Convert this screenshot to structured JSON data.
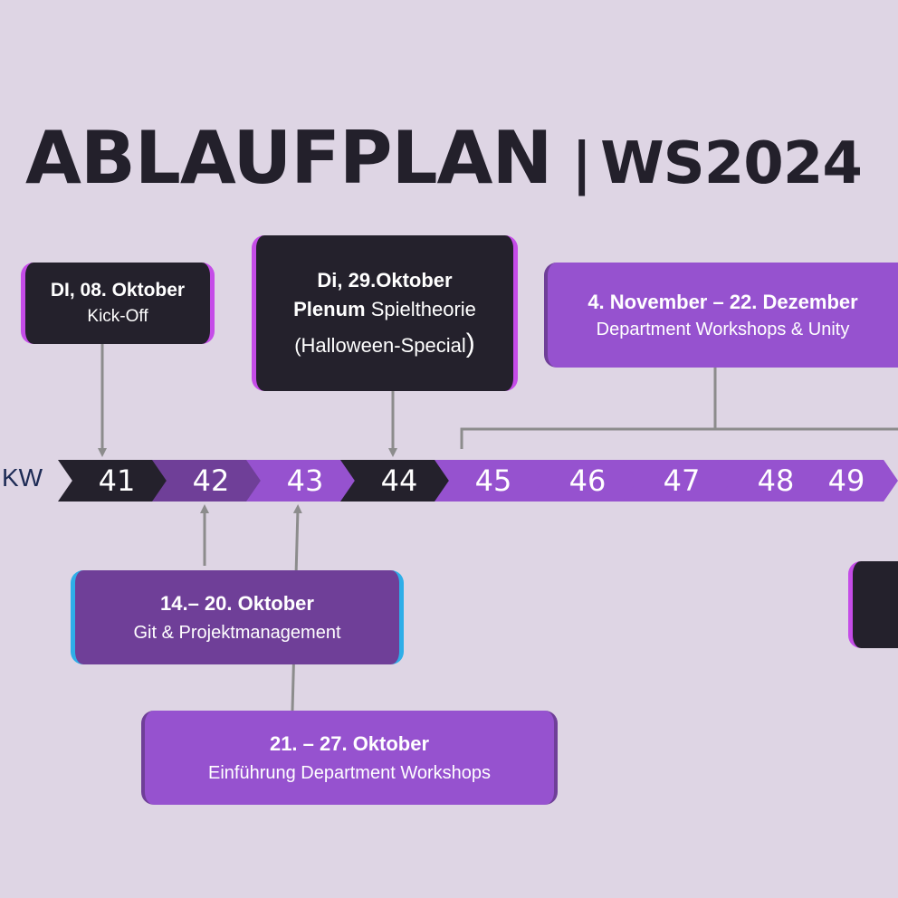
{
  "title": {
    "main": "ABLAUFPLAN",
    "separator": "|",
    "sub": "WS2024"
  },
  "timeline": {
    "label": "KW",
    "weeks": [
      {
        "num": "41",
        "color": "#24212c"
      },
      {
        "num": "42",
        "color": "#6f3f98"
      },
      {
        "num": "43",
        "color": "#9652cf"
      },
      {
        "num": "44",
        "color": "#24212c"
      },
      {
        "num": "45",
        "color": "#9652cf"
      },
      {
        "num": "46",
        "color": "#9652cf"
      },
      {
        "num": "47",
        "color": "#9652cf"
      },
      {
        "num": "48",
        "color": "#9652cf"
      },
      {
        "num": "49",
        "color": "#9652cf"
      }
    ]
  },
  "events": {
    "kickoff": {
      "date": "DI, 08. Oktober",
      "desc": "Kick-Off"
    },
    "plenum": {
      "date": "Di, 29.Oktober",
      "strong": "Plenum",
      "topic": "Spieltheorie",
      "note_open": "(",
      "note": "Halloween-Special",
      "note_close": ")"
    },
    "workshops_unity": {
      "date": "4. November – 22. Dezember",
      "desc": "Department Workshops & Unity"
    },
    "git": {
      "date": "14.– 20. Oktober",
      "desc": "Git & Projektmanagement"
    },
    "intro_workshops": {
      "date": "21. – 27. Oktober",
      "desc": "Einführung Department Workshops"
    }
  },
  "colors": {
    "background": "#ded5e4",
    "dark": "#24212c",
    "purple": "#9652cf",
    "violet": "#6f3f98",
    "accent_magenta": "#c54ce8",
    "accent_blue": "#2eaee8",
    "connector": "#8c8c8c"
  }
}
